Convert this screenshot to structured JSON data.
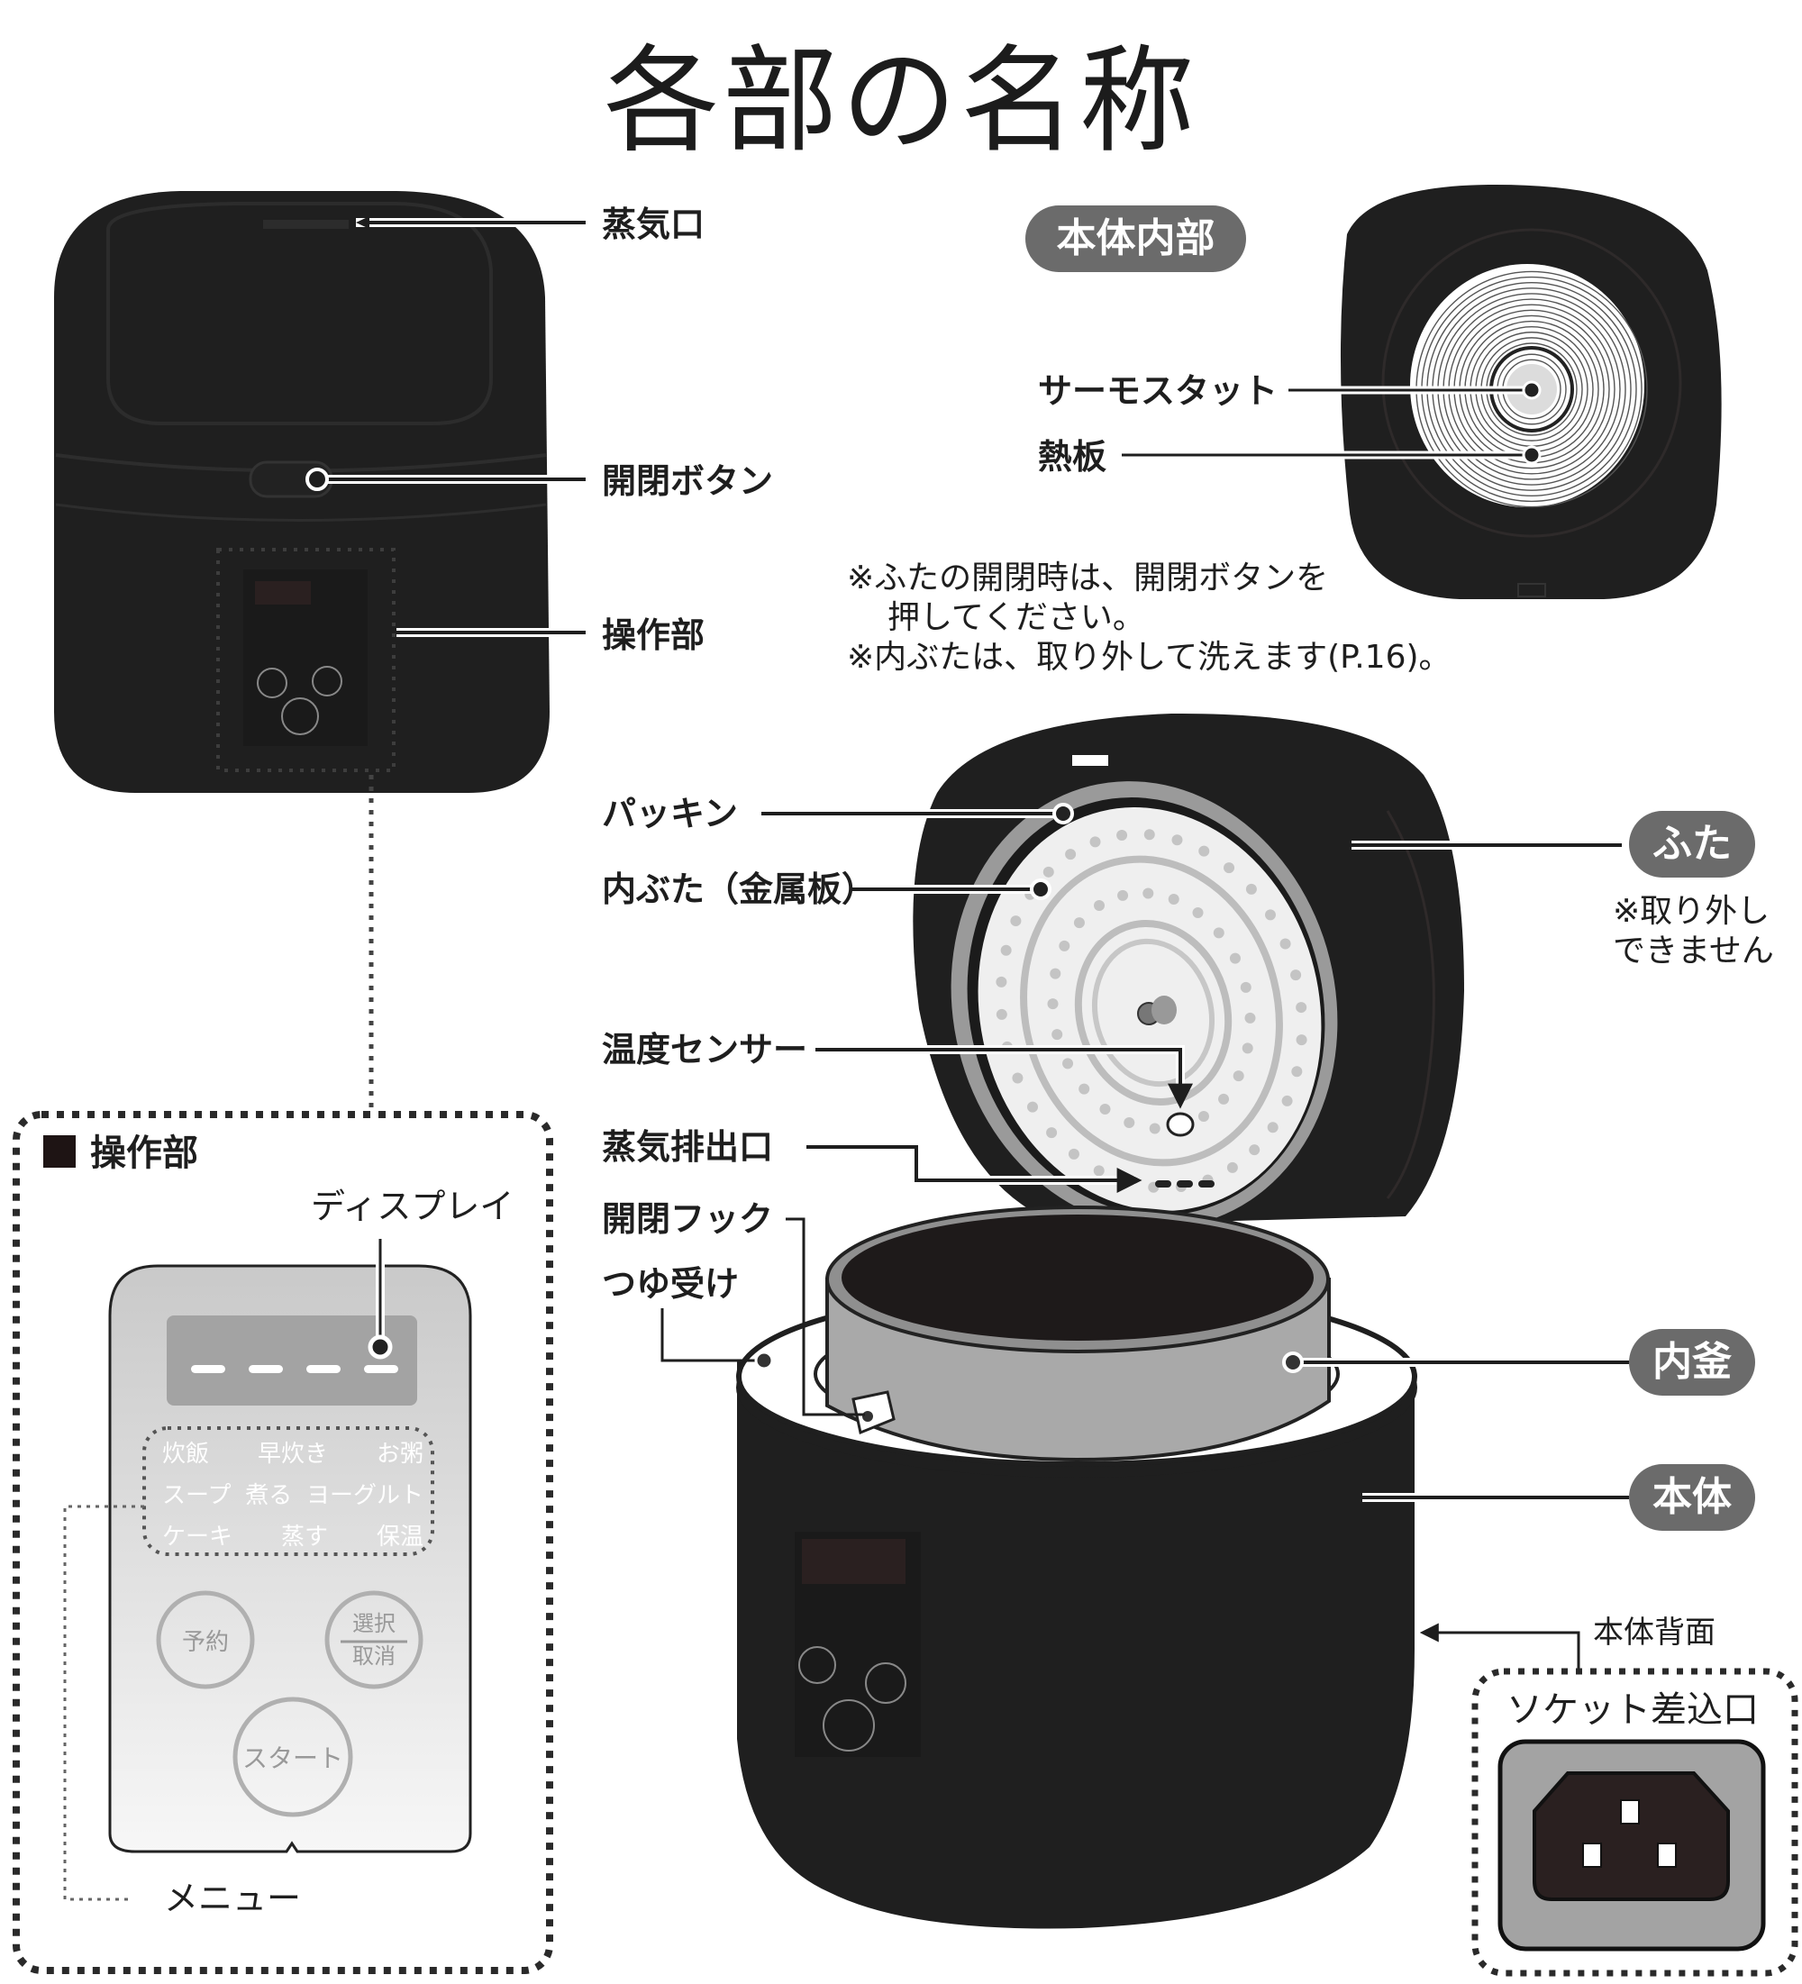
{
  "title": "各部の名称",
  "top_unit_labels": {
    "steam_vent": "蒸気口",
    "open_close_button": "開閉ボタン",
    "control_panel": "操作部"
  },
  "body_interior": {
    "badge": "本体内部",
    "thermostat": "サーモスタット",
    "heating_plate": "熱板"
  },
  "notes": {
    "line1": "※ふたの開閉時は、開閉ボタンを",
    "line2": "押してください。",
    "line3": "※内ぶたは、取り外して洗えます(P.16)。"
  },
  "open_unit_labels": {
    "gasket": "パッキン",
    "inner_lid": "内ぶた（金属板）",
    "temp_sensor": "温度センサー",
    "steam_exhaust": "蒸気排出口",
    "hook": "開閉フック",
    "drip_tray": "つゆ受け"
  },
  "right_badges": {
    "lid": "ふた",
    "lid_note_1": "※取り外し",
    "lid_note_2": "できません",
    "inner_pot": "内釜",
    "main_body": "本体"
  },
  "back": {
    "label": "本体背面",
    "socket": "ソケット差込口"
  },
  "control_detail": {
    "heading": "操作部",
    "display_label": "ディスプレイ",
    "display_segments": [
      "—",
      "—",
      "—",
      "—"
    ],
    "menu_label": "メニュー",
    "menu_items": [
      [
        "炊飯",
        "早炊き",
        "お粥"
      ],
      [
        "スープ",
        "煮る",
        "ヨーグルト"
      ],
      [
        "ケーキ",
        "蒸す",
        "保温"
      ]
    ],
    "buttons": {
      "reserve": "予約",
      "select": "選択",
      "cancel": "取消",
      "start": "スタート"
    }
  },
  "colors": {
    "appliance": "#1f1f1f",
    "badge": "#6b6b6b",
    "panel_gray": "#cfcfcf",
    "display_gray": "#a3a3a3"
  }
}
